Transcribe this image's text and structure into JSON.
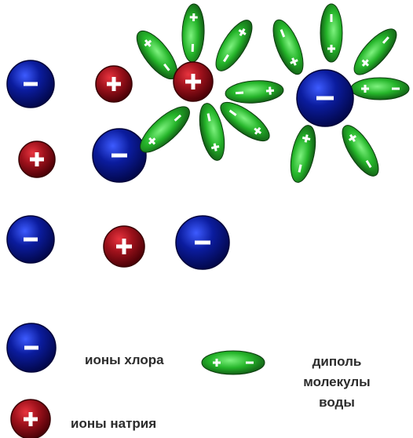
{
  "legend": {
    "chlorine_label": "ионы хлора",
    "sodium_label": "ионы натрия",
    "dipole_label_lines": [
      "диполь",
      "молекулы",
      "воды"
    ]
  },
  "colors": {
    "anion": "#0b1c9e",
    "anion_dark": "#02074a",
    "cation": "#a0121c",
    "cation_dark": "#4a0006",
    "dipole": "#25b52a",
    "dipole_dark": "#0f4f12",
    "sign": "#ffffff"
  },
  "icons": {
    "anion": "minus-sign-sphere",
    "cation": "plus-sign-sphere",
    "dipole": "water-dipole-ellipse"
  }
}
